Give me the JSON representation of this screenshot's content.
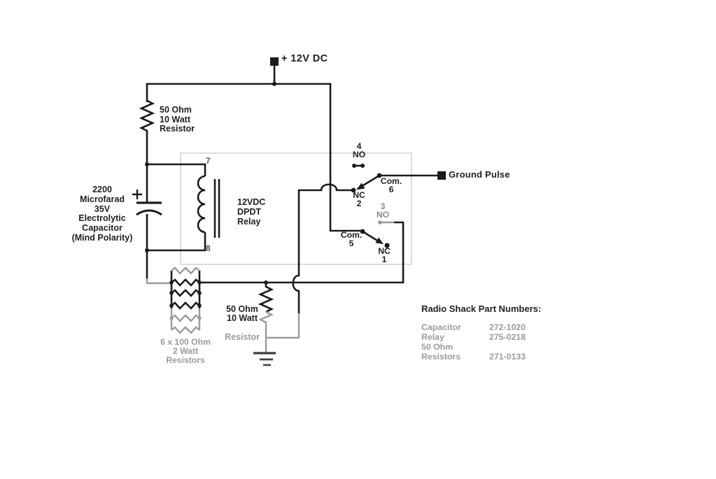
{
  "colors": {
    "wire": "#1b1b1b",
    "muted_gray": "#9a9a9a",
    "relay_box_border": "#cdcdcd"
  },
  "labels": {
    "power": "+ 12V DC",
    "output": "Ground Pulse",
    "resistor_top": "50 Ohm\n10 Watt\nResistor",
    "capacitor": "2200\nMicrofarad\n35V\nElectrolytic\nCapacitor\n(Mind Polarity)",
    "relay": "12VDC\nDPDT\nRelay",
    "pin_top": "7",
    "pin_bottom": "8",
    "resistor_mid_black": "50 Ohm\n10 Watt",
    "resistor_mid_gray": "Resistor",
    "resistor_bank": "6 x 100 Ohm\n2 Watt\nResistors",
    "contact_no4": "4\nNO",
    "contact_com6": "Com.\n6",
    "contact_nc2": "NC\n2",
    "contact_no3": "3\nNO",
    "contact_com5": "Com.\n5",
    "contact_nc1": "NC\n1"
  },
  "parts_list": {
    "title": "Radio Shack Part Numbers:",
    "rows": [
      {
        "name": "Capacitor",
        "number": "272-1020"
      },
      {
        "name": "Relay",
        "number": "275-0218"
      },
      {
        "name": "50 Ohm Resistors",
        "number": "271-0133"
      }
    ]
  }
}
